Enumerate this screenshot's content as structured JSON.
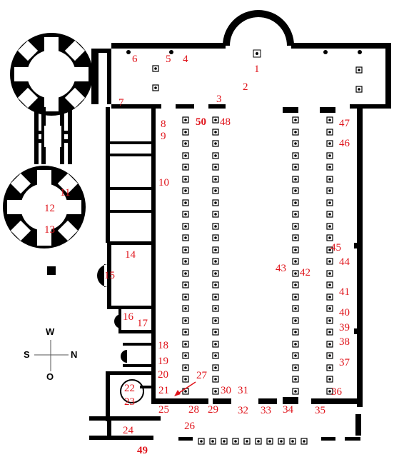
{
  "colors": {
    "wall": "#000000",
    "label": "#e0141b",
    "background": "#ffffff"
  },
  "compass": {
    "top": "W",
    "bottom": "O",
    "left": "S",
    "right": "N"
  },
  "labels": {
    "n1": "1",
    "n2": "2",
    "n3": "3",
    "n4": "4",
    "n5": "5",
    "n6": "6",
    "n7": "7",
    "n8": "8",
    "n9": "9",
    "n10": "10",
    "n11": "11",
    "n12": "12",
    "n13": "13",
    "n14": "14",
    "n15": "15",
    "n16": "16",
    "n17": "17",
    "n18": "18",
    "n19": "19",
    "n20": "20",
    "n21": "21",
    "n22": "22",
    "n23": "23",
    "n24": "24",
    "n25": "25",
    "n26": "26",
    "n27": "27",
    "n28": "28",
    "n29": "29",
    "n30": "30",
    "n31": "31",
    "n32": "32",
    "n33": "33",
    "n34": "34",
    "n35": "35",
    "n36": "36",
    "n37": "37",
    "n38": "38",
    "n39": "39",
    "n40": "40",
    "n41": "41",
    "n42": "42",
    "n43": "43",
    "n44": "44",
    "n45": "45",
    "n46": "46",
    "n47": "47",
    "n48": "48",
    "n49": "49",
    "n50": "50"
  }
}
